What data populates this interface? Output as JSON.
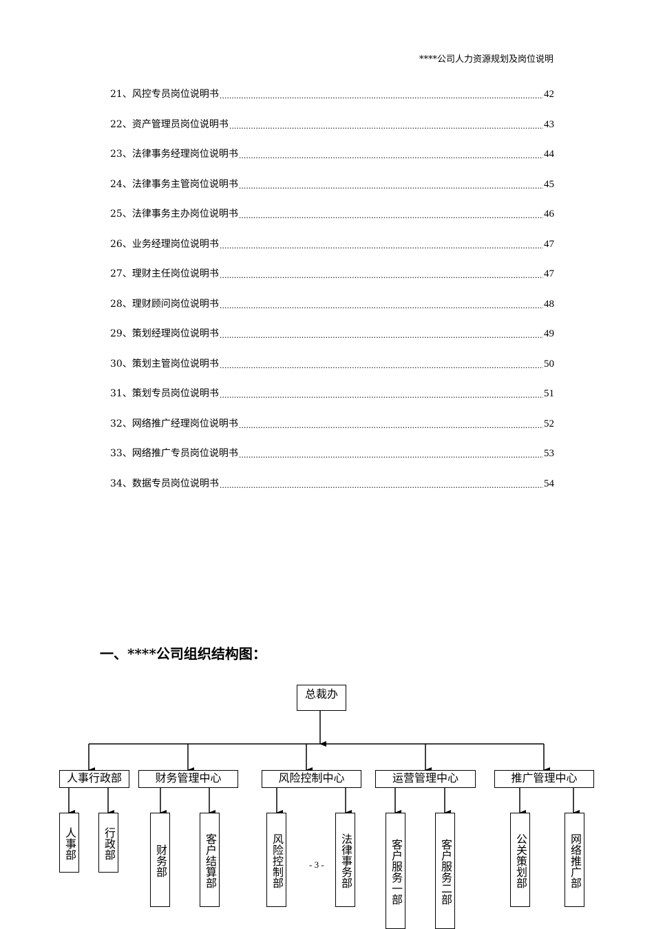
{
  "header": {
    "title": "****公司人力资源规划及岗位说明"
  },
  "toc": [
    {
      "label": "21、风控专员岗位说明书",
      "page": "42"
    },
    {
      "label": "22、资产管理员岗位说明书",
      "page": "43"
    },
    {
      "label": "23、法律事务经理岗位说明书",
      "page": "44"
    },
    {
      "label": "24、法律事务主管岗位说明书",
      "page": "45"
    },
    {
      "label": "25、法律事务主办岗位说明书",
      "page": "46"
    },
    {
      "label": "26、业务经理岗位说明书",
      "page": "47"
    },
    {
      "label": "27、理财主任岗位说明书",
      "page": "47"
    },
    {
      "label": "28、理财顾问岗位说明书",
      "page": "48"
    },
    {
      "label": "29、策划经理岗位说明书",
      "page": "49"
    },
    {
      "label": "30、策划主管岗位说明书",
      "page": "50"
    },
    {
      "label": "31、策划专员岗位说明书",
      "page": "51"
    },
    {
      "label": "32、网络推广经理岗位说明书",
      "page": "52"
    },
    {
      "label": "33、网络推广专员岗位说明书",
      "page": "53"
    },
    {
      "label": "34、数据专员岗位说明书",
      "page": "54"
    }
  ],
  "section": {
    "title": "一、****公司组织结构图："
  },
  "org": {
    "root": "总裁办",
    "departments": [
      {
        "name": "人事行政部",
        "children": [
          "人事部",
          "行政部"
        ]
      },
      {
        "name": "财务管理中心",
        "children": [
          "财务部",
          "客户结算部"
        ]
      },
      {
        "name": "风险控制中心",
        "children": [
          "风险控制部",
          "法律事务部"
        ]
      },
      {
        "name": "运营管理中心",
        "children": [
          "客户服务一部",
          "客户服务二部"
        ]
      },
      {
        "name": "推广管理中心",
        "children": [
          "公关策划部",
          "网络推广部"
        ]
      }
    ]
  },
  "footer": {
    "page_number": "- 3 -"
  }
}
